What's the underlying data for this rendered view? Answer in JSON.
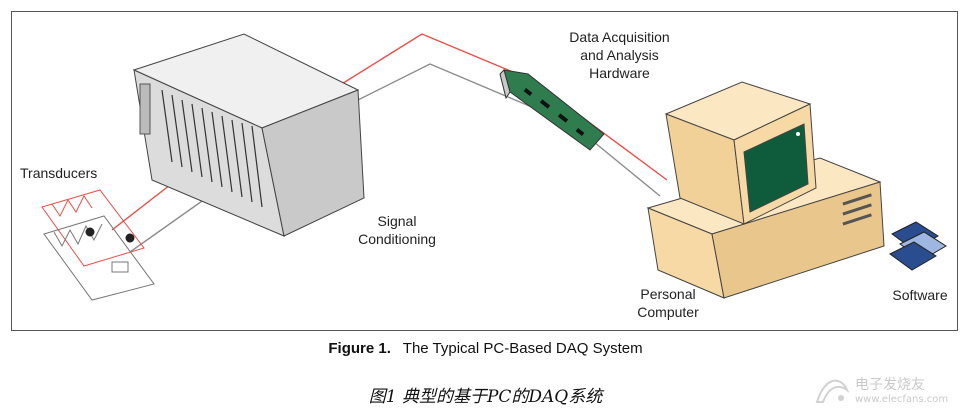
{
  "diagram": {
    "labels": {
      "transducers": "Transducers",
      "signal_conditioning": "Signal\nConditioning",
      "daq_hardware": "Data Acquisition\nand Analysis\nHardware",
      "personal_computer": "Personal\nComputer",
      "software": "Software"
    }
  },
  "caption": {
    "number": "Figure 1.",
    "text": "The Typical PC-Based DAQ System"
  },
  "chinese_caption": "图1 典型的基于PC的DAQ系统",
  "watermark": {
    "text": "电子发烧友",
    "url": "www.elecfans.com"
  },
  "colors": {
    "signal_line": "#e8504a",
    "ground_line": "#8d8d8d",
    "chassis": "#e4e4e4",
    "computer_beige": "#f6d9a4",
    "screen_green": "#0f5c3c",
    "card_green": "#2f7d4e"
  }
}
